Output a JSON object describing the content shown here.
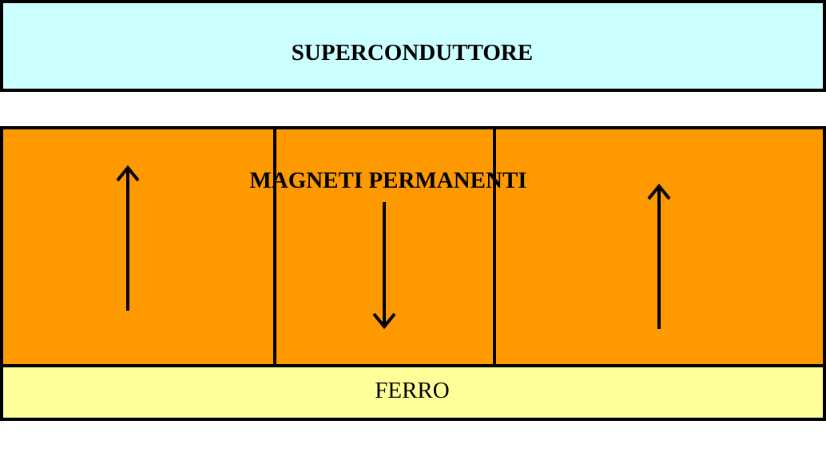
{
  "labels": {
    "superconductor": "SUPERCONDUTTORE",
    "magnets": "MAGNETI PERMANENTI",
    "iron": "FERRO"
  },
  "magnetization": [
    "up",
    "down",
    "up"
  ],
  "colors": {
    "superconductor": "#ccffff",
    "magnets": "#ff9900",
    "iron": "#ffff99",
    "stroke": "#000000"
  }
}
